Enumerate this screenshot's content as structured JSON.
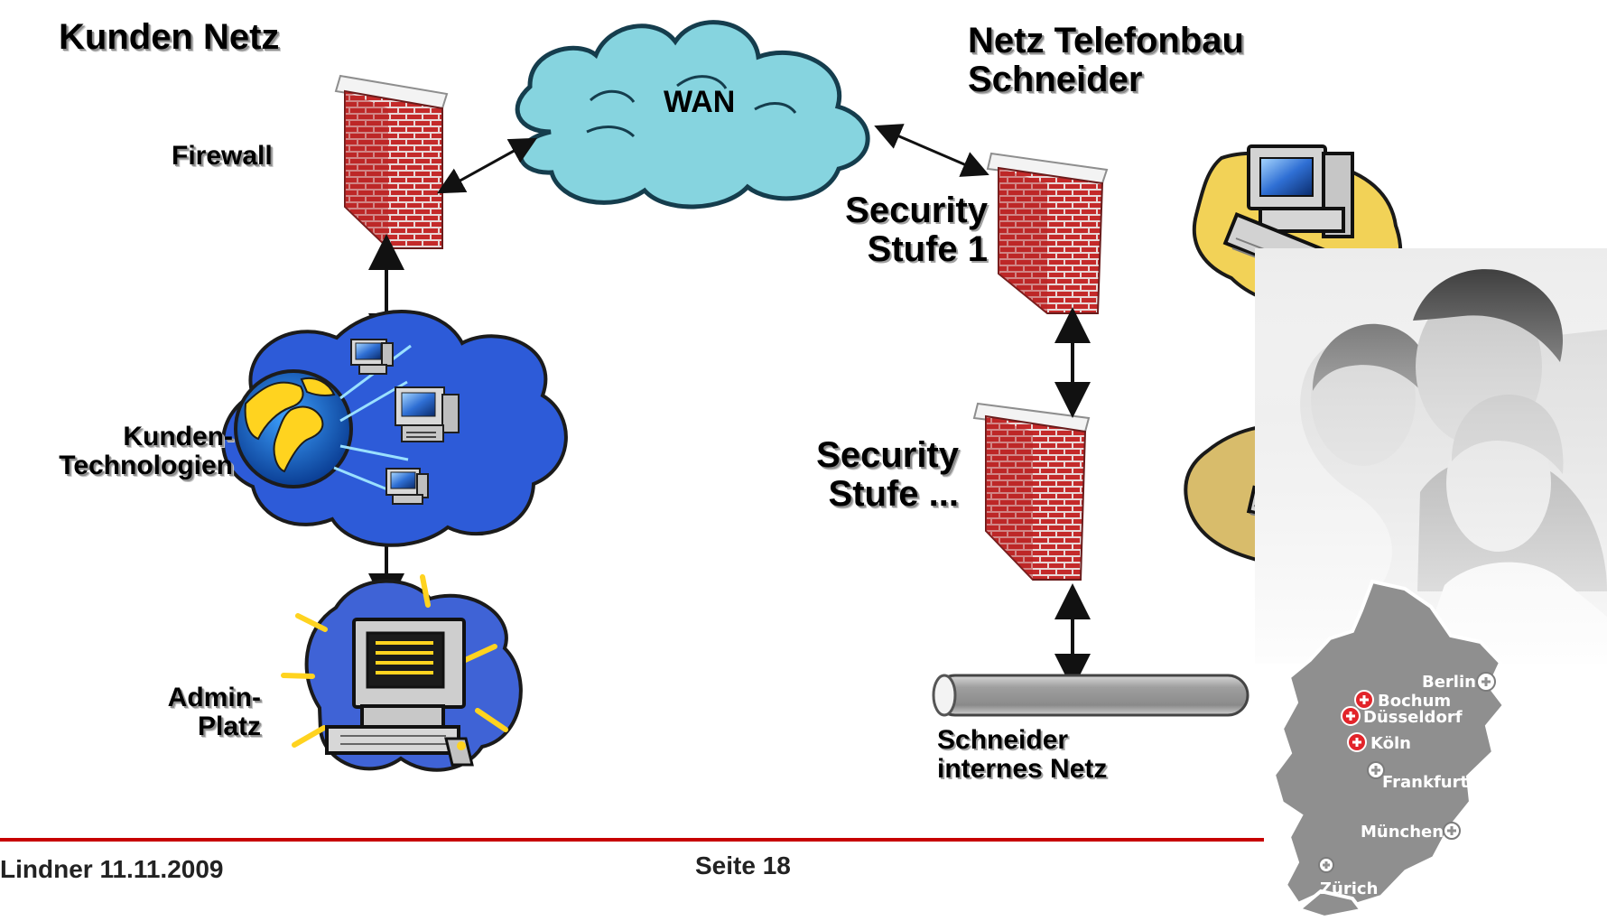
{
  "diagram": {
    "customer_network_title": "Kunden Netz",
    "wan_label": "WAN",
    "telefonbau_title_line1": "Netz Telefonbau",
    "telefonbau_title_line2": "Schneider",
    "firewall_label": "Firewall",
    "security1_line1": "Security",
    "security1_line2": "Stufe 1",
    "security2_line1": "Security",
    "security2_line2": "Stufe ...",
    "customer_tech_line1": "Kunden-",
    "customer_tech_line2": "Technologien",
    "admin_line1": "Admin-",
    "admin_line2": "Platz",
    "internal_line1": "Schneider",
    "internal_line2": "internes Netz"
  },
  "map": {
    "cities": [
      "Berlin",
      "Bochum",
      "Düsseldorf",
      "Köln",
      "Frankfurt",
      "München",
      "Zürich"
    ]
  },
  "footer": {
    "author_date": "Lindner 11.11.2009",
    "page": "Seite 18"
  },
  "colors": {
    "brick": "#c42a2a",
    "mortar": "#e8d7d7",
    "cloud": "#86d4df",
    "accent_line": "#c70000",
    "map": "#8f8f8f"
  },
  "icons": {
    "cloud": "cloud-icon",
    "firewall": "firewall-icon",
    "globe": "globe-network-icon",
    "desktop": "desktop-computer-icon",
    "map": "germany-map-icon",
    "people": "people-photo-icon",
    "pipe": "pipe-icon"
  }
}
